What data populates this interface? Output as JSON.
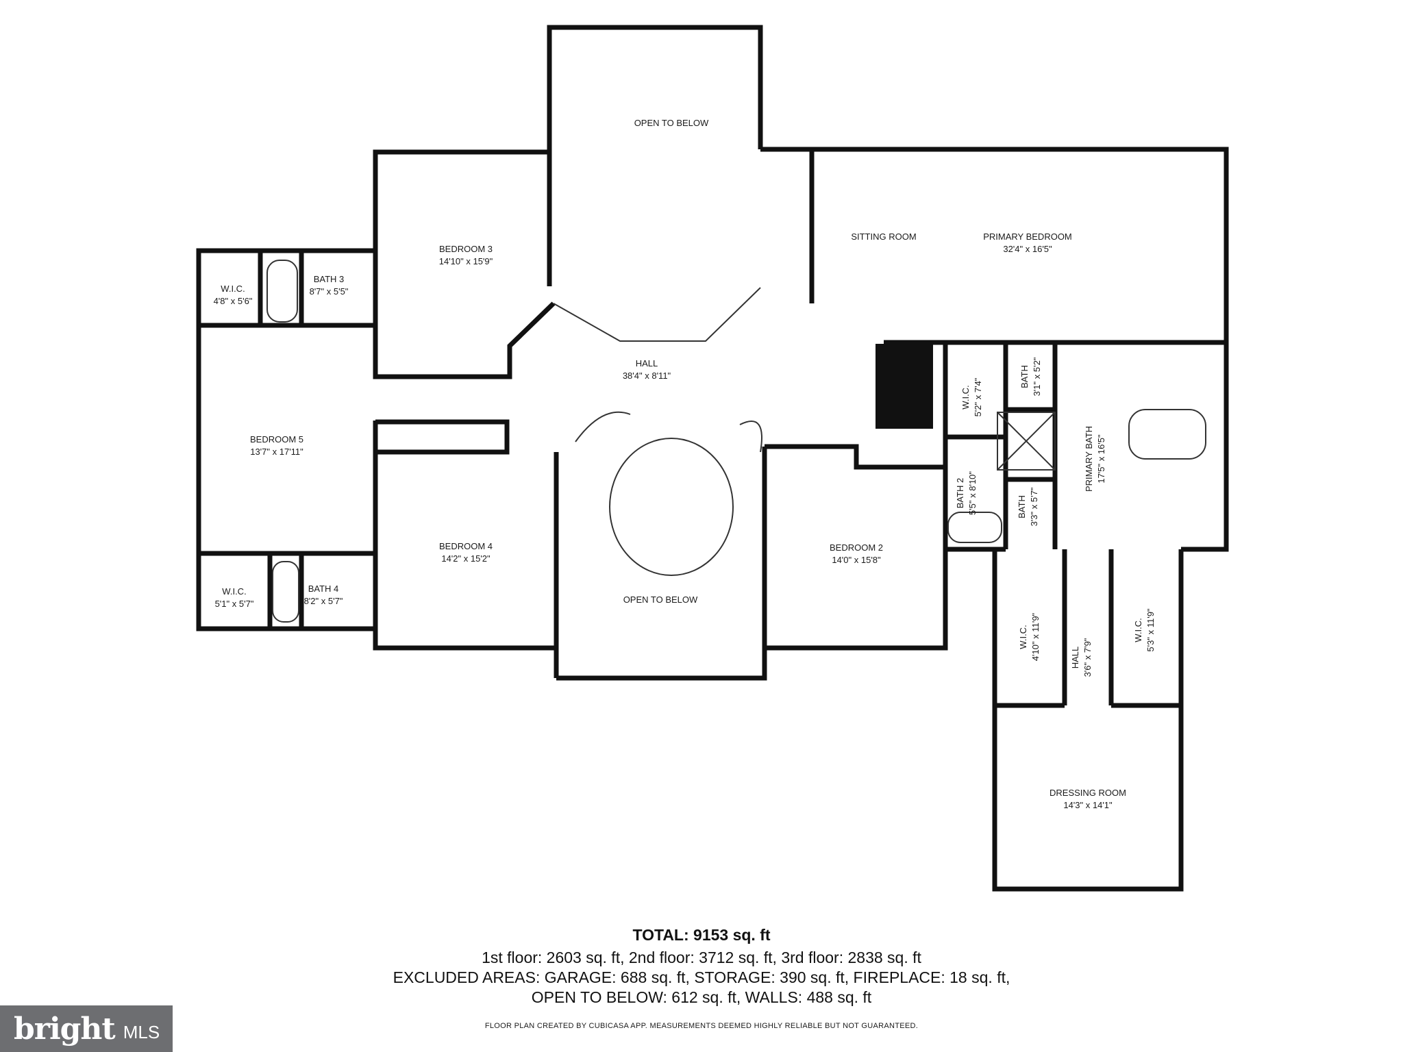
{
  "rooms": {
    "open_to_below_top": {
      "name": "OPEN TO BELOW"
    },
    "bedroom3": {
      "name": "BEDROOM 3",
      "dims": "14'10\" x 15'9\""
    },
    "wic_left_top": {
      "name": "W.I.C.",
      "dims": "4'8\" x 5'6\""
    },
    "bath3": {
      "name": "BATH 3",
      "dims": "8'7\" x 5'5\""
    },
    "sitting_room": {
      "name": "SITTING ROOM"
    },
    "primary_bedroom": {
      "name": "PRIMARY BEDROOM",
      "dims": "32'4\" x 16'5\""
    },
    "hall": {
      "name": "HALL",
      "dims": "38'4\" x 8'11\""
    },
    "bedroom5": {
      "name": "BEDROOM 5",
      "dims": "13'7\" x 17'11\""
    },
    "wic_primary": {
      "name": "W.I.C.",
      "dims": "5'2\" x 7'4\""
    },
    "bath_small_top": {
      "name": "BATH",
      "dims": "3'1\" x 5'2\""
    },
    "primary_bath": {
      "name": "PRIMARY BATH",
      "dims": "17'5\" x 16'5\""
    },
    "bath2": {
      "name": "BATH 2",
      "dims": "5'5\" x 8'10\""
    },
    "bath_small_mid": {
      "name": "BATH",
      "dims": "3'3\" x 5'7\""
    },
    "bedroom4": {
      "name": "BEDROOM 4",
      "dims": "14'2\" x 15'2\""
    },
    "bedroom2": {
      "name": "BEDROOM 2",
      "dims": "14'0\" x 15'8\""
    },
    "wic_left_bottom": {
      "name": "W.I.C.",
      "dims": "5'1\" x 5'7\""
    },
    "bath4": {
      "name": "BATH 4",
      "dims": "8'2\" x 5'7\""
    },
    "open_to_below_bottom": {
      "name": "OPEN TO BELOW"
    },
    "wic_dress_left": {
      "name": "W.I.C.",
      "dims": "4'10\" x 11'9\""
    },
    "hall_small": {
      "name": "HALL",
      "dims": "3'6\" x 7'9\""
    },
    "wic_dress_right": {
      "name": "W.I.C.",
      "dims": "5'3\" x 11'9\""
    },
    "dressing_room": {
      "name": "DRESSING ROOM",
      "dims": "14'3\" x 14'1\""
    }
  },
  "summary": {
    "total": "TOTAL: 9153 sq. ft",
    "line1": "1st floor: 2603 sq. ft, 2nd floor: 3712 sq. ft, 3rd floor: 2838 sq. ft",
    "line2": "EXCLUDED AREAS: GARAGE: 688 sq. ft, STORAGE: 390 sq. ft, FIREPLACE: 18 sq. ft,",
    "line3": "OPEN TO BELOW: 612 sq. ft, WALLS: 488 sq. ft"
  },
  "disclaimer": "FLOOR PLAN CREATED BY CUBICASA APP. MEASUREMENTS DEEMED HIGHLY RELIABLE BUT NOT GUARANTEED.",
  "brand": {
    "word": "bright",
    "suffix": "MLS"
  },
  "colors": {
    "wall": "#111111",
    "brand_bg": "#6d6e71"
  }
}
